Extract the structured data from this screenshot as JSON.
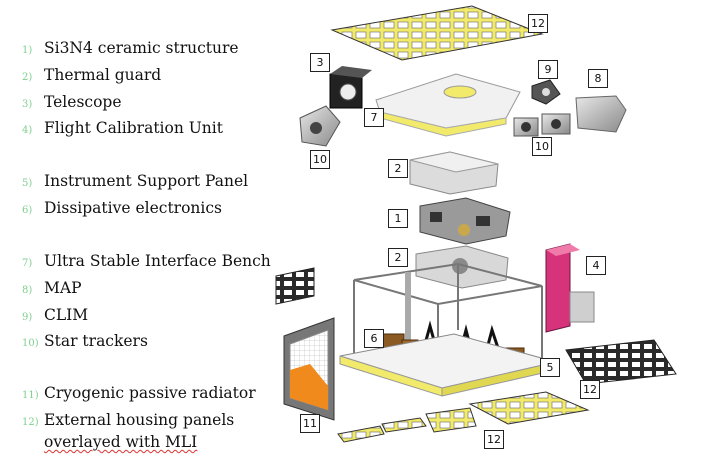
{
  "legend": [
    {
      "num": "1)",
      "text": "Si3N4 ceramic  structure"
    },
    {
      "num": "2)",
      "text": "Thermal guard"
    },
    {
      "num": "3)",
      "text": "Telescope"
    },
    {
      "num": "4)",
      "text": "Flight Calibration Unit"
    },
    {
      "num": "5)",
      "text": "Instrument Support Panel"
    },
    {
      "num": "6)",
      "text": "Dissipative electronics"
    },
    {
      "num": "7)",
      "text": "Ultra Stable Interface Bench"
    },
    {
      "num": "8)",
      "text": "MAP"
    },
    {
      "num": "9)",
      "text": "CLIM"
    },
    {
      "num": "10)",
      "text": "Star trackers"
    },
    {
      "num": "11)",
      "text": "Cryogenic passive radiator"
    },
    {
      "num": "12)",
      "text": "External housing panels",
      "text2": "overlayed with MLI"
    }
  ],
  "callouts": {
    "c12_top": "12",
    "c3": "3",
    "c9": "9",
    "c8": "8",
    "c7": "7",
    "c10_left": "10",
    "c10_right": "10",
    "c2_top": "2",
    "c1": "1",
    "c2_mid": "2",
    "c4": "4",
    "c6": "6",
    "c5": "5",
    "c12_right": "12",
    "c11": "11",
    "c12_bottom": "12"
  },
  "colors": {
    "accent_yellow": "#f2ea6a",
    "magenta": "#d6337a",
    "orange": "#f08a1c",
    "legend_number": "#7fcf8f"
  }
}
